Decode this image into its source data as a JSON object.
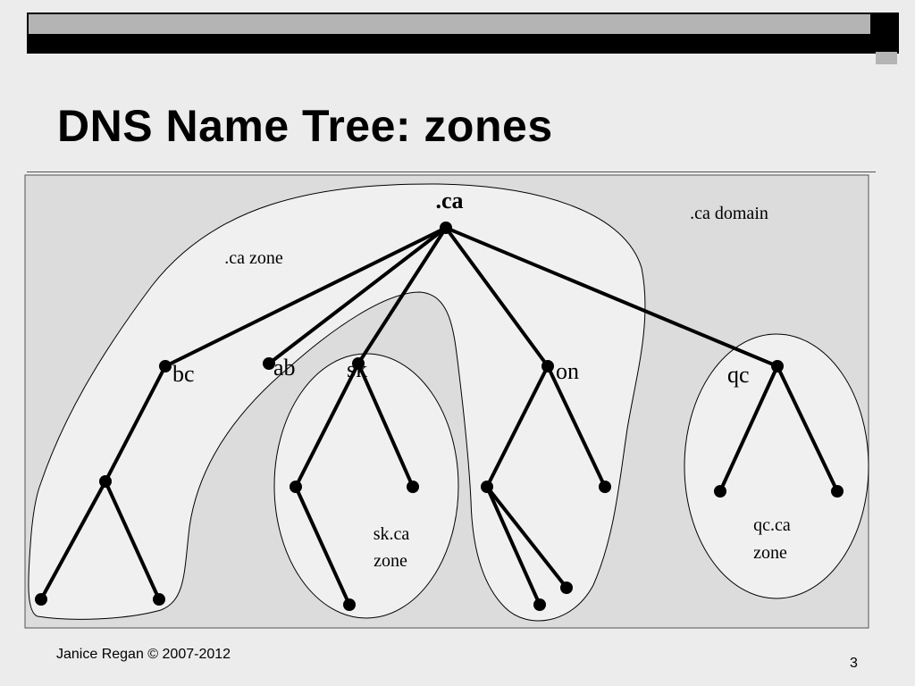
{
  "slide": {
    "title": "DNS Name Tree: zones",
    "footer_author": "Janice Regan © 2007-2012",
    "page_number": "3"
  },
  "diagram": {
    "root_label": ".ca",
    "domain_label": ".ca domain",
    "zone_labels": {
      "ca_zone": ".ca zone",
      "sk_zone_line1": "sk.ca",
      "sk_zone_line2": "zone",
      "qc_zone_line1": "qc.ca",
      "qc_zone_line2": "zone"
    },
    "child_labels": {
      "bc": "bc",
      "ab": "ab",
      "sk": "sk",
      "on": "on",
      "qc": "qc"
    },
    "colors": {
      "panel_fill": "#dcdcdc",
      "zone_fill": "#f0f0f0",
      "line": "#000000"
    }
  }
}
